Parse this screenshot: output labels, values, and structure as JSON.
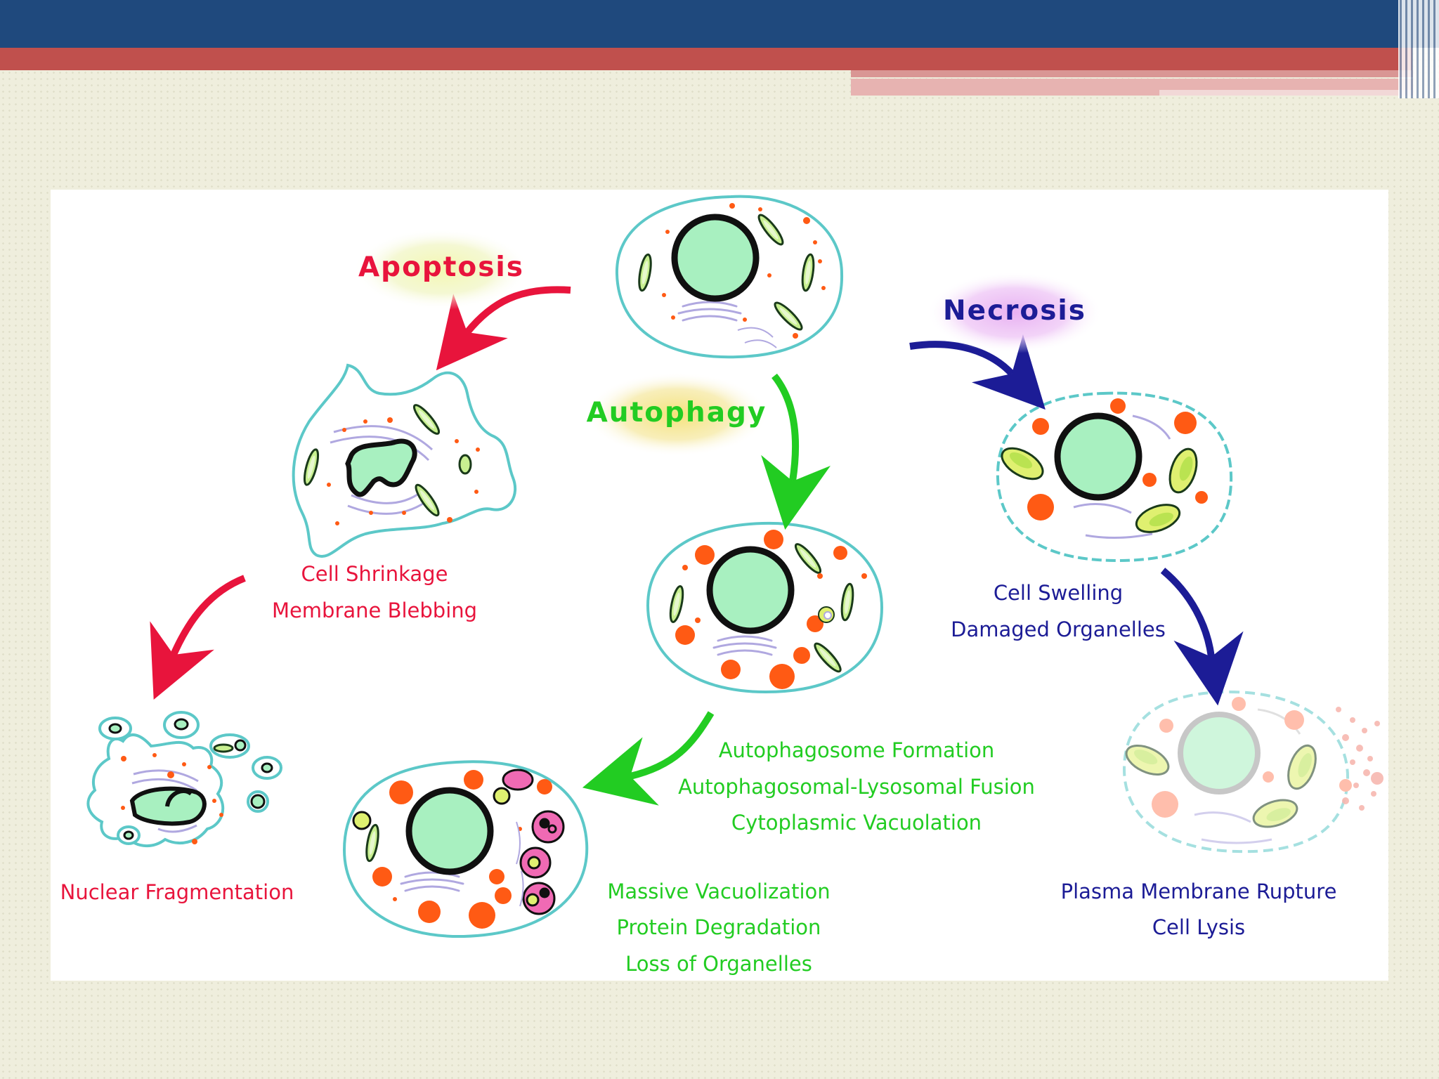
{
  "processes": {
    "apoptosis": "Apoptosis",
    "autophagy": "Autophagy",
    "necrosis": "Necrosis"
  },
  "captions": {
    "apoptosis_stage1": [
      "Cell Shrinkage",
      "Membrane Blebbing"
    ],
    "apoptosis_stage2": [
      "Nuclear Fragmentation"
    ],
    "autophagy_stage1": [
      "Autophagosome Formation",
      "Autophagosomal-Lysosomal Fusion",
      "Cytoplasmic Vacuolation"
    ],
    "autophagy_stage2": [
      "Massive Vacuolization",
      "Protein Degradation",
      "Loss of Organelles"
    ],
    "necrosis_stage1": [
      "Cell Swelling",
      "Damaged Organelles"
    ],
    "necrosis_stage2": [
      "Plasma Membrane Rupture",
      "Cell Lysis"
    ]
  },
  "colors": {
    "header": "#1f497d",
    "accent": "#c0504d",
    "apoptosis": "#e8143c",
    "autophagy": "#22cc22",
    "necrosis": "#1c1c96",
    "cell_outline": "#5cc8c8",
    "nucleus_fill": "#a8f0c0",
    "mitochondria_fill": "#c8f090",
    "lysosome": "#ff5a14"
  }
}
